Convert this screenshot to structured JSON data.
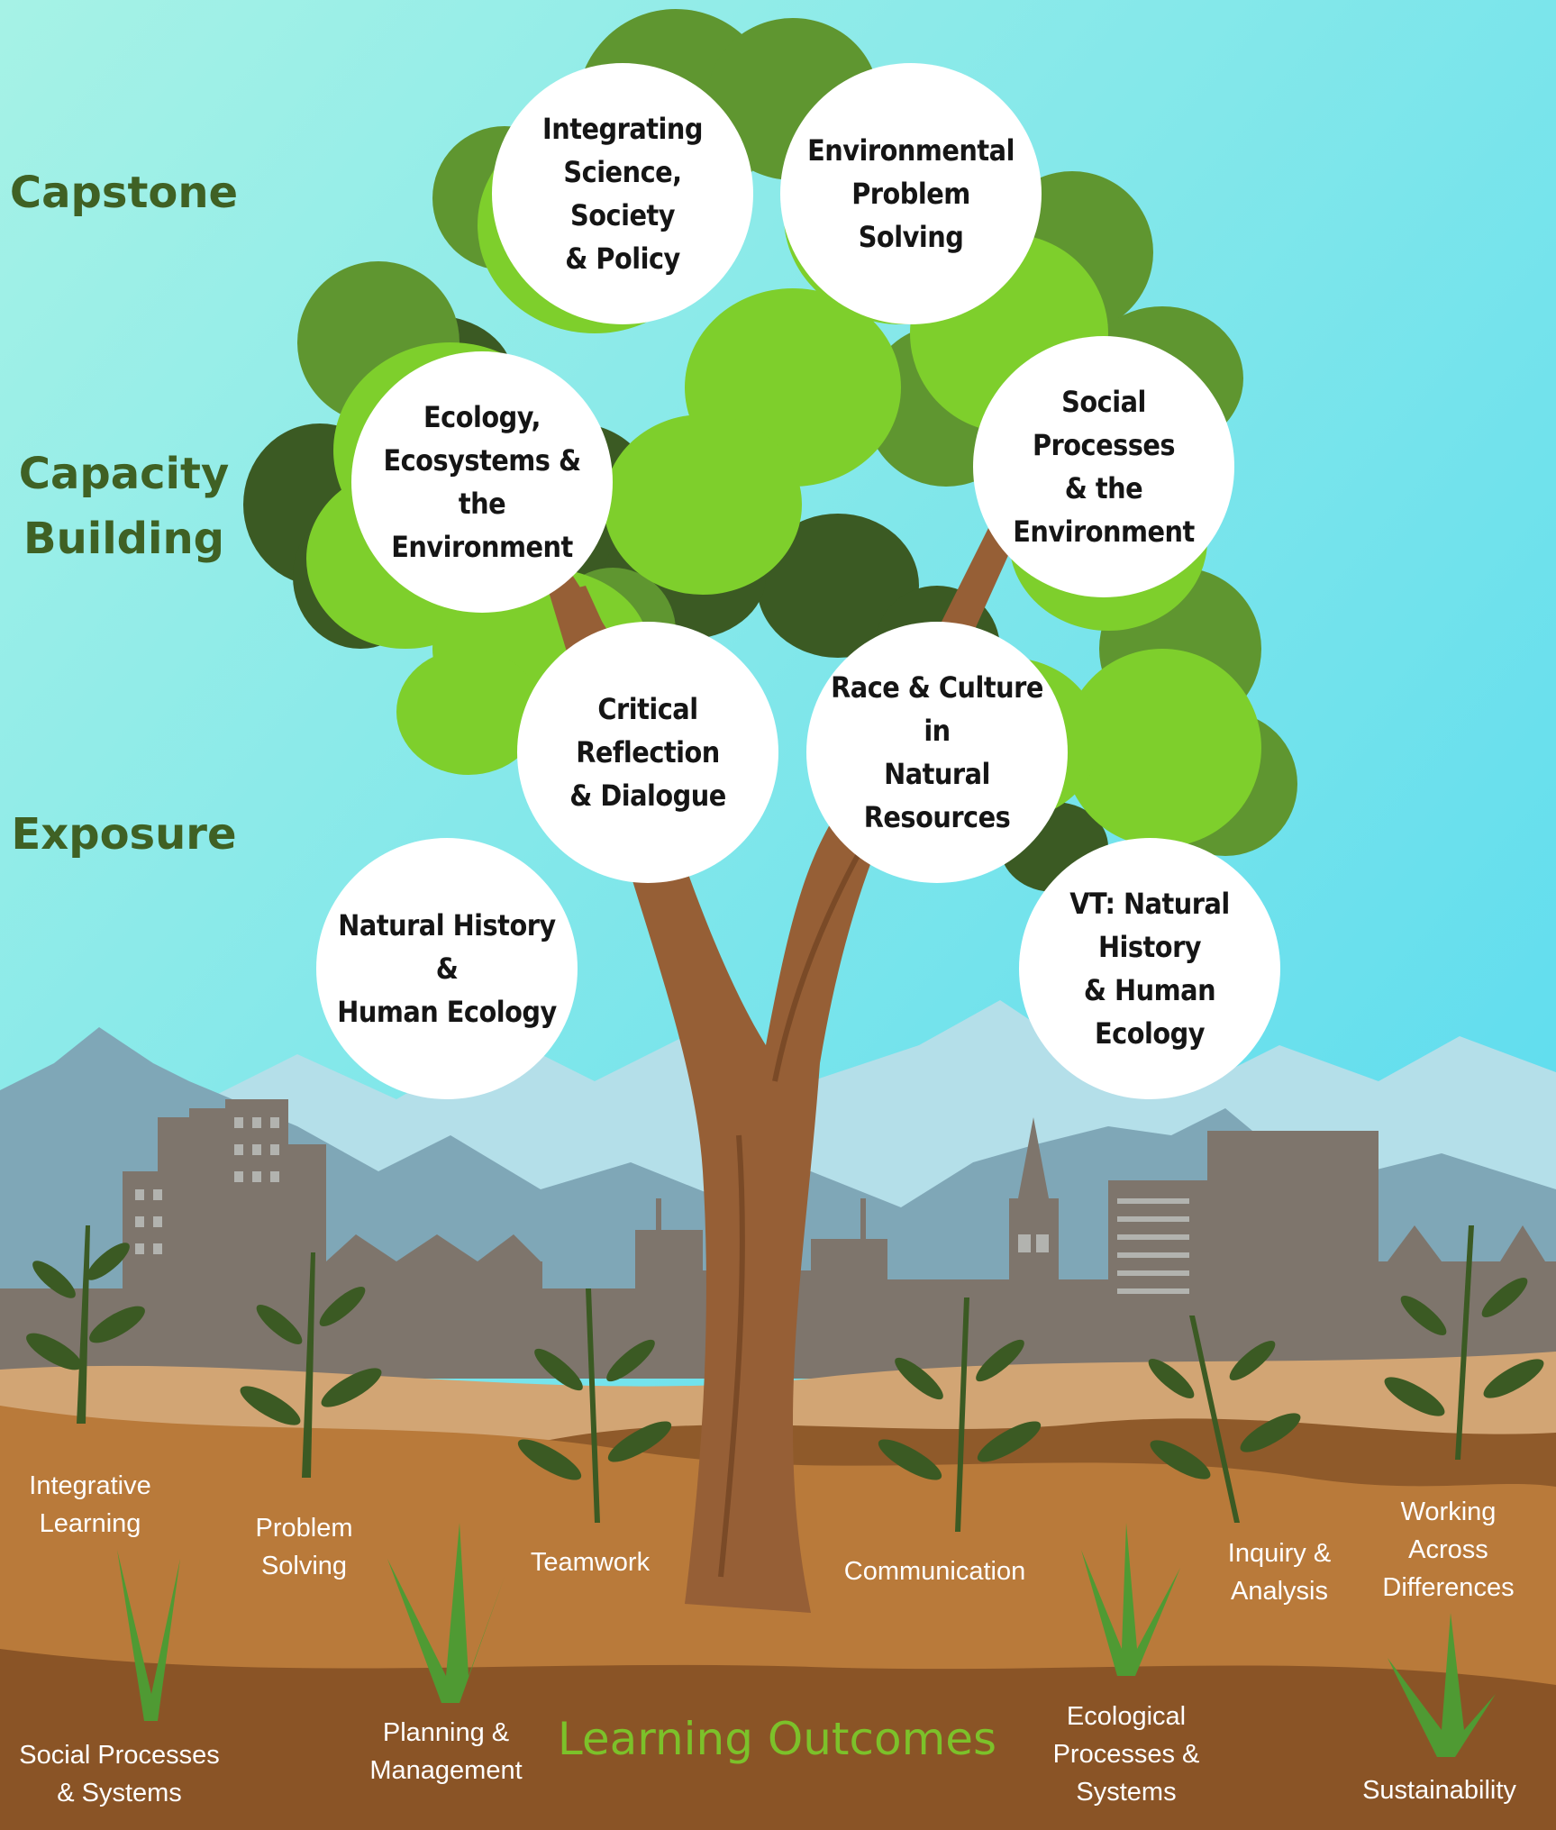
{
  "tiers": [
    {
      "id": "capstone",
      "label": "Capstone"
    },
    {
      "id": "capacity",
      "label": "Capacity\nBuilding"
    },
    {
      "id": "exposure",
      "label": "Exposure"
    }
  ],
  "courses": [
    {
      "id": "integrating",
      "label": "Integrating Science,\nSociety\n& Policy"
    },
    {
      "id": "env-problem",
      "label": "Environmental\nProblem Solving"
    },
    {
      "id": "ecology",
      "label": "Ecology,\nEcosystems &\nthe Environment"
    },
    {
      "id": "social",
      "label": "Social Processes\n& the Environment"
    },
    {
      "id": "critical",
      "label": "Critical Reflection\n& Dialogue"
    },
    {
      "id": "race",
      "label": "Race & Culture in\nNatural Resources"
    },
    {
      "id": "nh",
      "label": "Natural History &\nHuman Ecology"
    },
    {
      "id": "vt",
      "label": "VT: Natural History\n& Human Ecology"
    }
  ],
  "outcomes": [
    {
      "id": "integrative",
      "label": "Integrative\nLearning"
    },
    {
      "id": "problem",
      "label": "Problem\nSolving"
    },
    {
      "id": "teamwork",
      "label": "Teamwork"
    },
    {
      "id": "communication",
      "label": "Communication"
    },
    {
      "id": "inquiry",
      "label": "Inquiry &\nAnalysis"
    },
    {
      "id": "working",
      "label": "Working\nAcross\nDifferences"
    },
    {
      "id": "social-systems",
      "label": "Social Processes\n& Systems"
    },
    {
      "id": "planning",
      "label": "Planning &\nManagement"
    },
    {
      "id": "ecological",
      "label": "Ecological\nProcesses &\nSystems"
    },
    {
      "id": "sustainability",
      "label": "Sustainability"
    }
  ],
  "footer_title": "Learning Outcomes",
  "colors": {
    "sky_top": "#a6f2e6",
    "sky_bottom": "#55d9ee",
    "leaf_light": "#7ecf2c",
    "leaf_mid": "#5f9630",
    "leaf_dark": "#3b5a23",
    "trunk": "#965f36",
    "building": "#7e756c",
    "ground_light": "#d2a574",
    "ground_mid": "#b97a3a",
    "ground_dark": "#8a5426",
    "tier_text": "#3f6124",
    "footer_text": "#7cc12a"
  }
}
